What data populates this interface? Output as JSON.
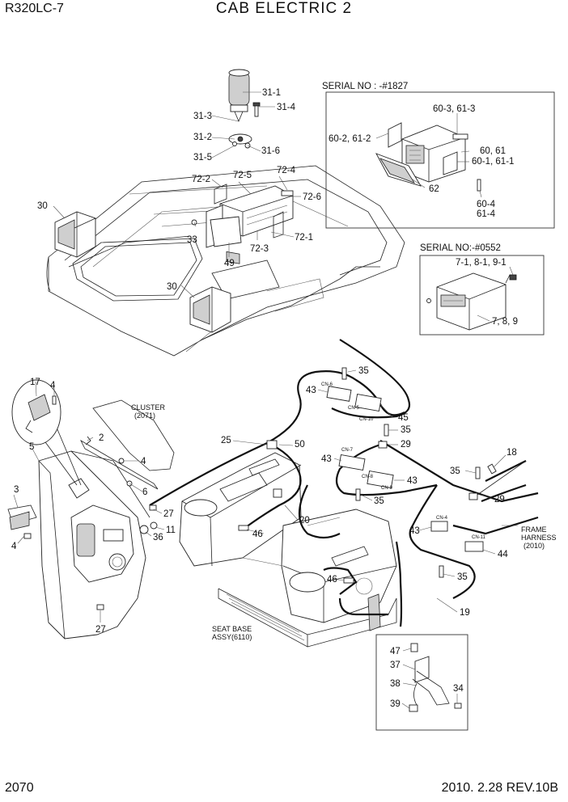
{
  "header": {
    "model": "R320LC-7",
    "title": "CAB ELECTRIC 2"
  },
  "footer": {
    "page": "2070",
    "revision": "2010. 2.28  REV.10B"
  },
  "notes": {
    "serial_1827": "SERIAL NO : -#1827",
    "serial_0552": "SERIAL NO:-#0552",
    "cluster": [
      "CLUSTER",
      "(2071)"
    ],
    "seat_base": [
      "SEAT BASE",
      "ASSY(6110)"
    ],
    "frame_harness": [
      "FRAME",
      "HARNESS",
      "(2010)"
    ]
  },
  "connectors": [
    "CN-6",
    "CN-5",
    "CN-10",
    "CN-7",
    "CN-8",
    "CN-9",
    "CN-4",
    "CN-11"
  ],
  "part_labels": [
    "31-1",
    "31-4",
    "31-3",
    "31-2",
    "31-5",
    "31-6",
    "72-2",
    "72-5",
    "72-4",
    "72-6",
    "72-1",
    "72-3",
    "33",
    "49",
    "30",
    "30",
    "60-3, 61-3",
    "60-2, 61-2",
    "60, 61",
    "60-1, 61-1",
    "62",
    "60-4",
    "61-4",
    "7-1, 8-1, 9-1",
    "7, 8, 9",
    "17",
    "4",
    "5",
    "2",
    "4",
    "6",
    "3",
    "4",
    "27",
    "11",
    "36",
    "27",
    "25",
    "50",
    "35",
    "43",
    "45",
    "35",
    "29",
    "43",
    "43",
    "35",
    "18",
    "35",
    "29",
    "20",
    "46",
    "46",
    "43",
    "44",
    "35",
    "19",
    "47",
    "37",
    "38",
    "34",
    "39"
  ]
}
